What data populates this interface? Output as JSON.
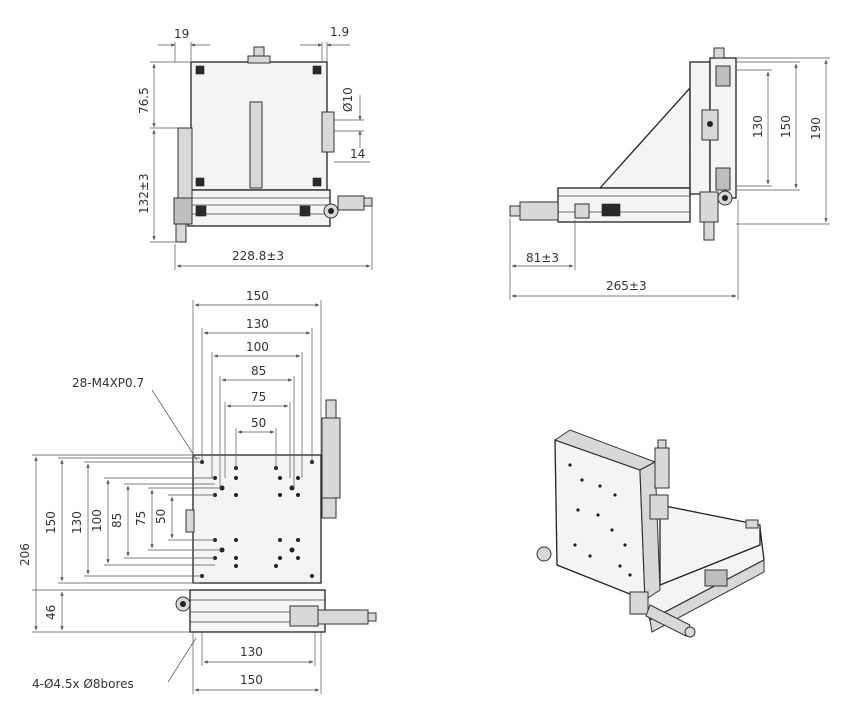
{
  "front_view": {
    "dim_top_left": "19",
    "dim_top_right": "1.9",
    "dim_left_upper": "76.5",
    "dim_left_lower": "132±3",
    "dim_hole": "Ø10",
    "dim_side": "14",
    "dim_bottom": "228.8±3"
  },
  "side_view": {
    "dim_130": "130",
    "dim_150": "150",
    "dim_190": "190",
    "dim_81": "81±3",
    "dim_265": "265±3"
  },
  "top_view": {
    "thread_note": "28-M4XP0.7",
    "bore_note": "4-Ø4.5x Ø8bores",
    "horizontal_dims": [
      "150",
      "130",
      "100",
      "85",
      "75",
      "50"
    ],
    "vertical_dims": [
      "206",
      "150",
      "130",
      "100",
      "85",
      "75",
      "50",
      "46"
    ],
    "bottom_dims": [
      "130",
      "150"
    ]
  }
}
